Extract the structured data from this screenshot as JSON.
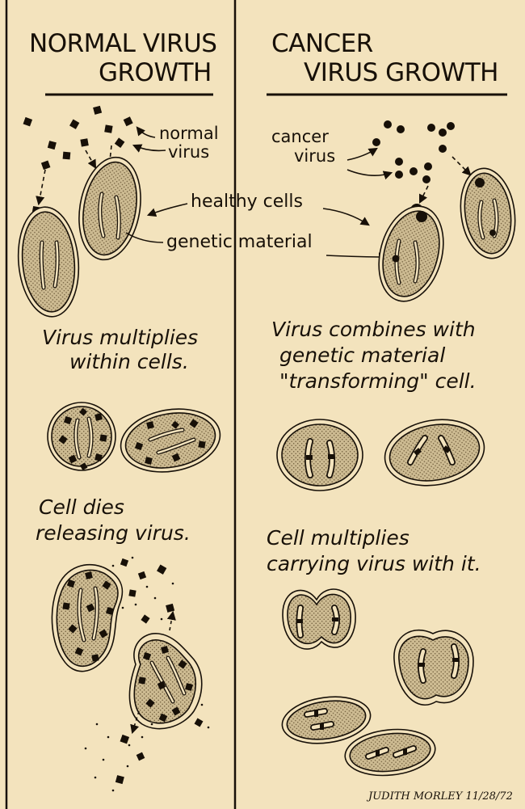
{
  "left_column": {
    "heading_line1": "NORMAL VIRUS",
    "heading_line2": "GROWTH",
    "label_virus_line1": "normal",
    "label_virus_line2": "virus",
    "caption1_line1": "Virus multiplies",
    "caption1_line2": "within cells.",
    "caption2_line1": "Cell dies",
    "caption2_line2": "releasing virus."
  },
  "right_column": {
    "heading_line1": "CANCER",
    "heading_line2": "VIRUS GROWTH",
    "label_virus_line1": "cancer",
    "label_virus_line2": "virus",
    "caption1_line1": "Virus combines with",
    "caption1_line2": "genetic material",
    "caption1_line3": "\"transforming\" cell.",
    "caption2_line1": "Cell multiplies",
    "caption2_line2": "carrying virus with it."
  },
  "shared_labels": {
    "healthy_cells": "healthy cells",
    "genetic_material": "genetic material"
  },
  "signature": "JUDITH MORLEY 11/28/72",
  "colors": {
    "paper": "#f3e3bd",
    "ink": "#171008",
    "cell_fill": "#cdbb92"
  }
}
